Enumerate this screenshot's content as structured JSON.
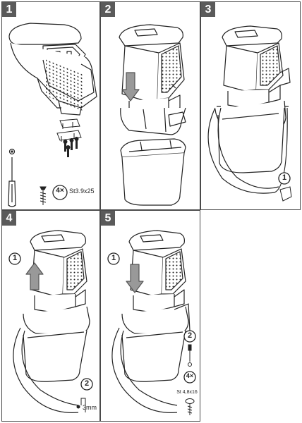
{
  "steps": [
    {
      "number": "1",
      "screw_count": "4×",
      "screw_spec": "St3.9x25"
    },
    {
      "number": "2"
    },
    {
      "number": "3",
      "callout": "1"
    },
    {
      "number": "4",
      "callout_top": "1",
      "callout_bottom": "2",
      "measure": "3mm"
    },
    {
      "number": "5",
      "callout_top": "1",
      "callout_bottom": "2",
      "screw_count": "4×",
      "screw_spec": "St 4,8x16"
    }
  ]
}
